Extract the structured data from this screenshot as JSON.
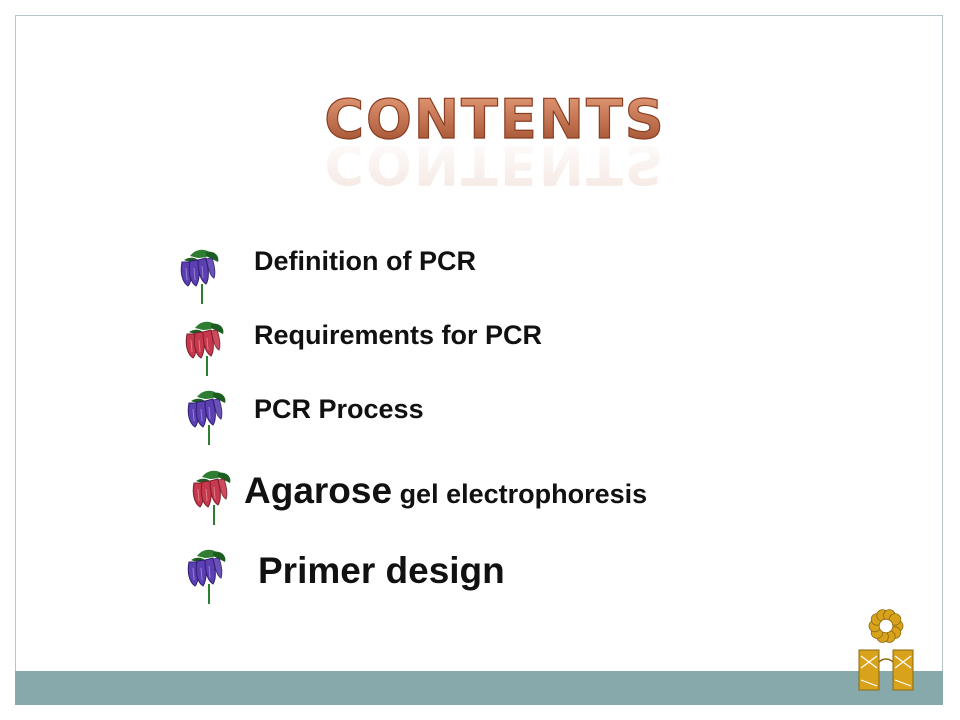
{
  "title": "CONTENTS",
  "items": [
    {
      "text": "Definition of PCR",
      "flower_color": "purple"
    },
    {
      "text": "Requirements for PCR",
      "flower_color": "red"
    },
    {
      "text": "PCR Process",
      "flower_color": "purple"
    },
    {
      "text_large": "Agarose",
      "text_small": " gel electrophoresis",
      "flower_color": "red"
    },
    {
      "text": "Primer design",
      "flower_color": "purple"
    }
  ],
  "colors": {
    "title_fill": "#c0714f",
    "title_stroke": "#8a3e22",
    "footer_bar": "#88a9ac",
    "slide_border": "#b7c4c8",
    "flower_purple": "#5b3fb3",
    "flower_red": "#c8384c",
    "leaf": "#2e7d32",
    "deco_gold": "#d8a21a"
  },
  "icons": [
    "flower-bullet-icon",
    "sunflower-decoration-icon"
  ]
}
